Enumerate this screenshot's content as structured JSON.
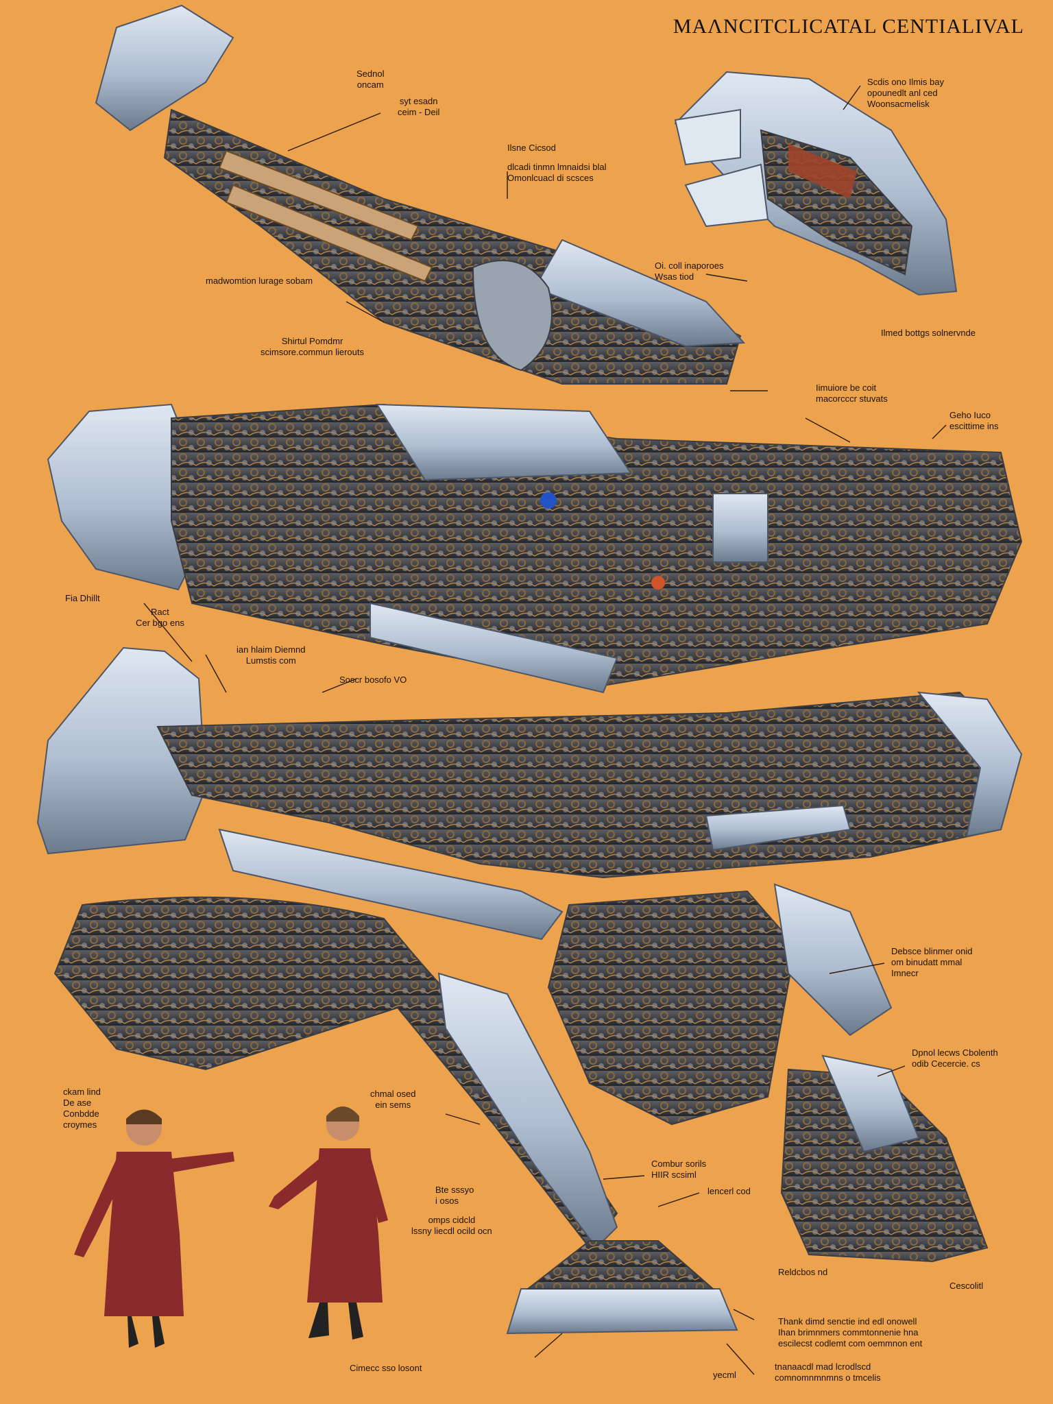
{
  "title": "MAɅNCITCLICATAL CENTIALIVAL",
  "colors": {
    "background": "#eda24e",
    "armor": "#aebdd0",
    "armor_dark": "#6c7a8e",
    "mechanics": "#3b3d42",
    "wiring": "#8a6a3c",
    "outfit": "#8a2a2c",
    "leader_lines": "#2a1d0c"
  },
  "labels": [
    "Sednol\noncam",
    "syt esadn\nceim - Deil",
    "Ilsne Cicsod",
    "dlcadi tinmn lmnaidsi blal\nOmonlcuacl di scsces",
    "Scdis ono Ilmis bay\nopounedlt anl ced\nWoonsacmelisk",
    "madwomtion lurage sobam",
    "Shirtul Pomdmr\nscimsore.commun lierouts",
    "Oi. coll inaporoes\nWsas tiod",
    "Ilmed bottgs solnervnde",
    "Iimuiore be coit\nmacorcccr stuvats",
    "Geho Iuco\nescittime ins",
    "Fia Dhillt",
    "Ract\nCer bgo ens",
    "ian hlaim Diemnd\nLumstis com",
    "Soscr bosofo VO",
    "Debsce blinmer onid\nom binudatt mmal\nImnecr",
    "Dpnol lecws Cbolenth\nodib Cecercie. cs",
    "ckam lind\nDe ase\nConbdde\ncroymes",
    "chmal osed\nein sems",
    "Combur sorils\nHIIR scsiml",
    "lencerl cod",
    "Bte sssyo\ni osos",
    "omps cidcld\nlssny liecdl ocild ocn",
    "Reldcbos nd",
    "Cescolitl",
    "Thank dimd senctie ind edl onowell\nIhan brimnmers commtonnenie hna\nescilecst codlemt com oemmnon ent",
    "tnanaacdl mad lcrodlscd\ncomnomnmnmns o tmcelis",
    "Cimecc sso losont",
    "yecml"
  ]
}
